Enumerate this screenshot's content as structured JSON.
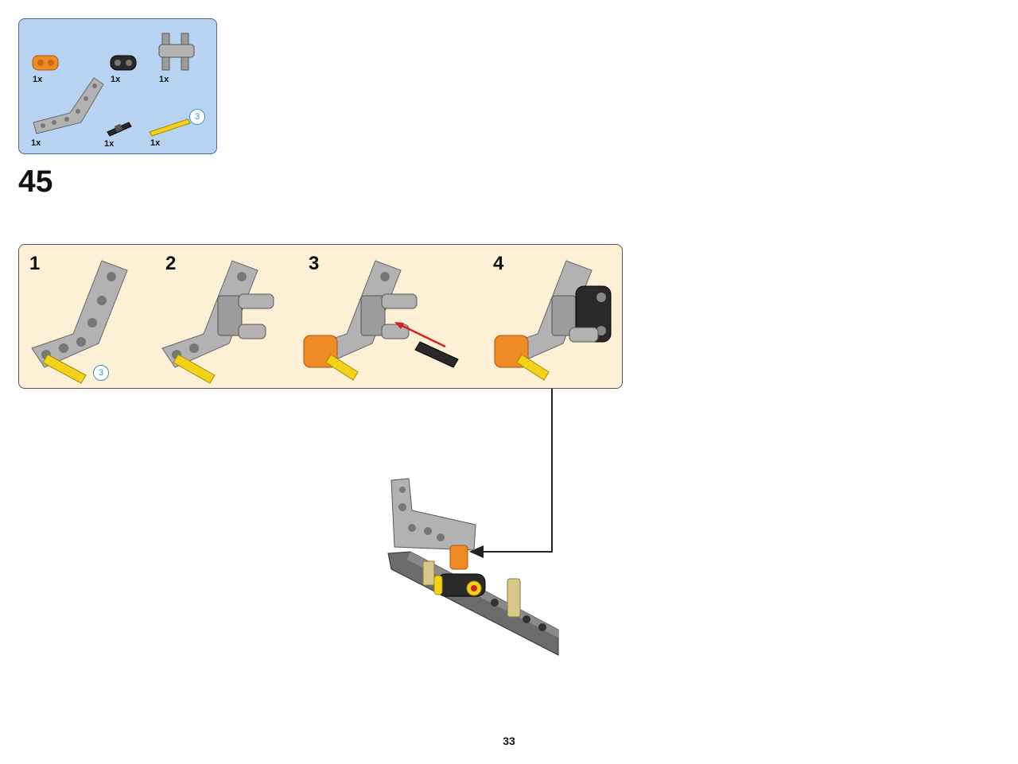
{
  "parts_list": {
    "items": [
      {
        "name": "orange-connector",
        "qty": "1x"
      },
      {
        "name": "black-connector",
        "qty": "1x"
      },
      {
        "name": "gray-double-pin-connector",
        "qty": "1x"
      },
      {
        "name": "gray-bent-beam",
        "qty": "1x"
      },
      {
        "name": "black-pin",
        "qty": "1x"
      },
      {
        "name": "yellow-axle",
        "qty": "1x",
        "length": "3"
      }
    ]
  },
  "step": {
    "number": "45"
  },
  "callout": {
    "substeps": [
      {
        "number": "1",
        "axle_length": "3"
      },
      {
        "number": "2"
      },
      {
        "number": "3"
      },
      {
        "number": "4"
      }
    ]
  },
  "page": {
    "number": "33"
  },
  "colors": {
    "parts_bg": "#b7d3f1",
    "callout_bg": "#fdf0d6",
    "beam_gray": "#b2b2b2",
    "orange": "#f08a24",
    "yellow": "#f4d21c",
    "black": "#2a2a2a",
    "arrow_red": "#d21f1f"
  }
}
